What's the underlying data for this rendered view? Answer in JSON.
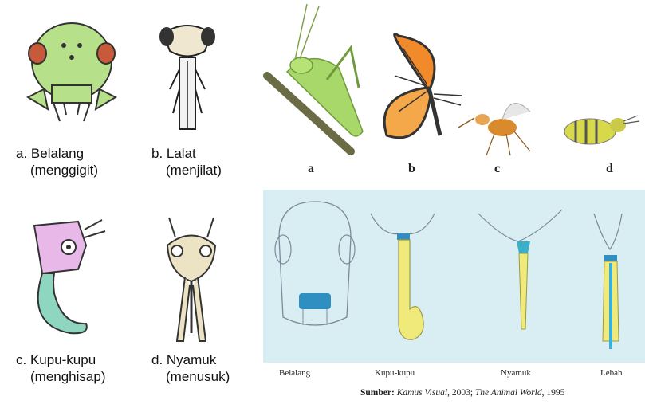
{
  "left_panel": {
    "items": [
      {
        "name": "a. Belalang",
        "type": "(menggigit)"
      },
      {
        "name": "b. Lalat",
        "type": "(menjilat)"
      },
      {
        "name": "c. Kupu-kupu",
        "type": "(menghisap)"
      },
      {
        "name": "d. Nyamuk",
        "type": "(menusuk)"
      }
    ]
  },
  "right_panel": {
    "letters": [
      "a",
      "b",
      "c",
      "d"
    ],
    "captions": [
      "Belalang",
      "Kupu-kupu",
      "Nyamuk",
      "Lebah"
    ]
  },
  "source": {
    "prefix": "Sumber:",
    "work1": "Kamus Visual",
    "sep": ", 2003; ",
    "work2": "The Animal World",
    "year": ", 1995"
  },
  "colors": {
    "panel_bg": "#d9eef2",
    "grasshopper": "#a8d86a",
    "butterfly": "#f08a2a",
    "mosquito_body": "#d98a2c",
    "bee": "#d7d84a",
    "mouth_blue": "#2f8fc0",
    "mouth_yellow": "#f0ea7a"
  }
}
